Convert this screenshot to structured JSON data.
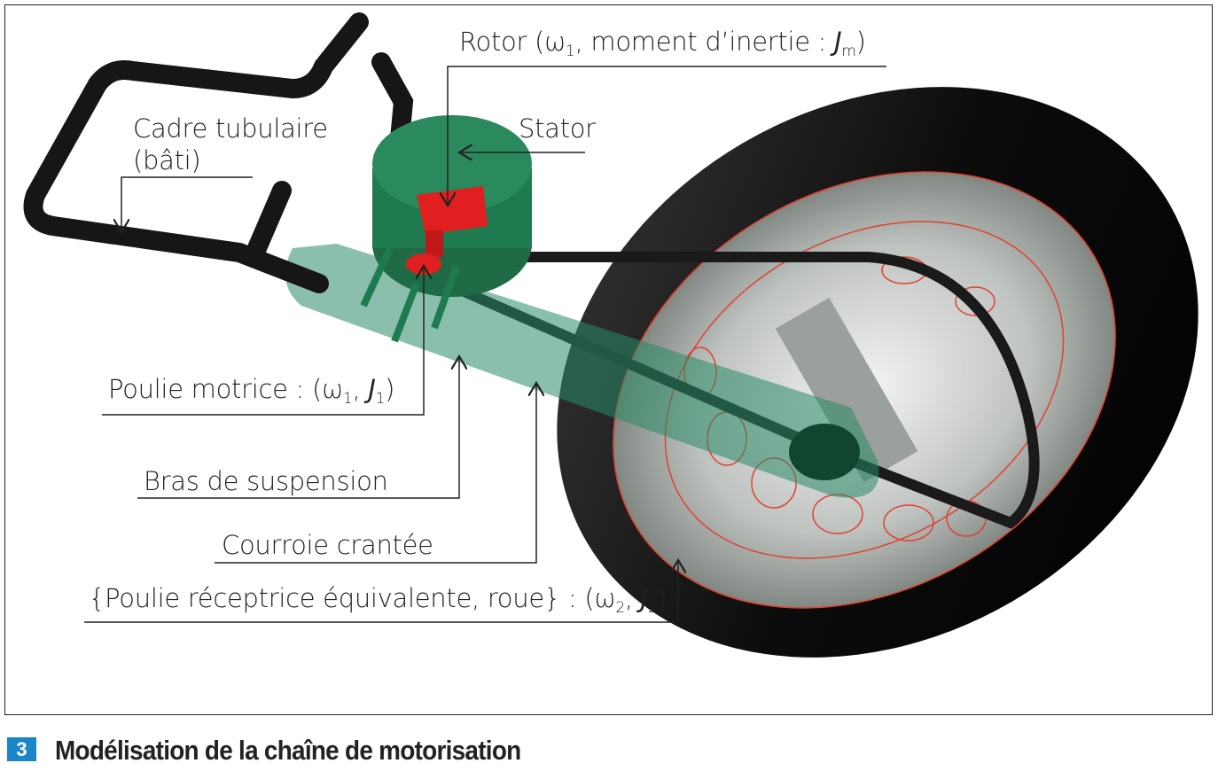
{
  "figure": {
    "number": "3",
    "caption": "Modélisation de la chaîne de motorisation"
  },
  "labels": {
    "rotor": {
      "prefix": "Rotor (ω",
      "sub1": "1",
      "middle": ", moment d’inertie : ",
      "var": "J",
      "sub2": "m",
      "suffix": ")"
    },
    "stator": "Stator",
    "cadre_line1": "Cadre tubulaire",
    "cadre_line2": "(bâti)",
    "poulie_motrice": {
      "prefix": "Poulie motrice : (ω",
      "sub1": "1",
      "middle": ", ",
      "var": "J",
      "sub2": "1",
      "suffix": ")"
    },
    "bras": "Bras de suspension",
    "courroie": "Courroie crantée",
    "poulie_receptrice": {
      "prefix": "{Poulie réceptrice équivalente, roue} : (ω",
      "sub1": "2",
      "middle": ", ",
      "var": "J",
      "sub2": "2",
      "suffix": ")"
    }
  },
  "colors": {
    "accent": "#1a86c8",
    "stator": "#1f7a4f",
    "rotor": "#e02020",
    "tire": "#111111"
  }
}
